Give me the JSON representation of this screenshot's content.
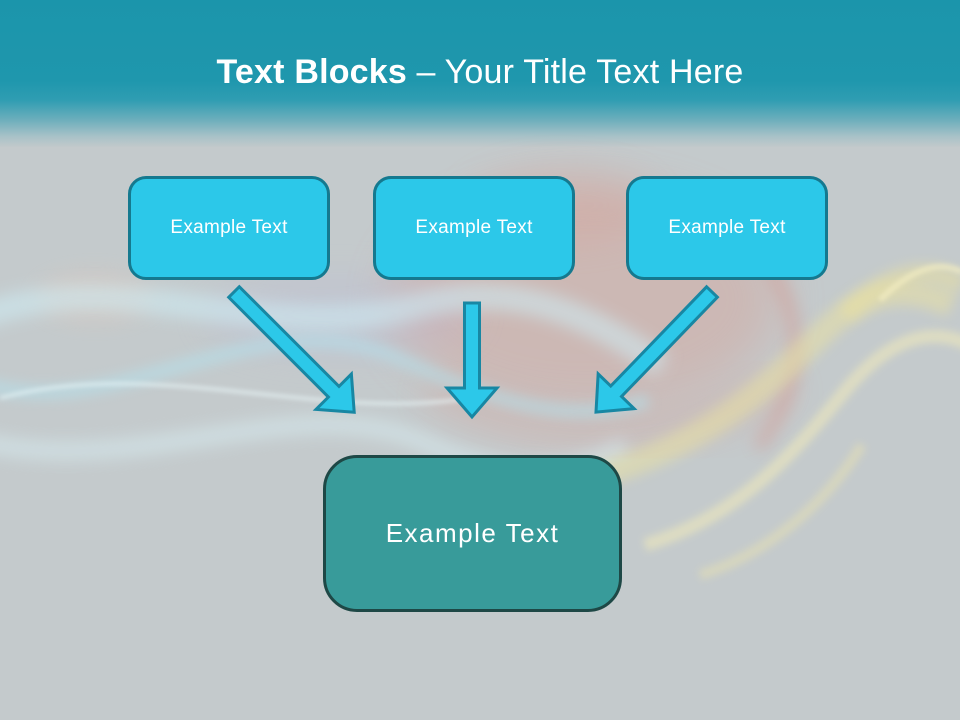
{
  "header": {
    "title_bold": "Text Blocks",
    "title_rest": "– Your Title Text Here"
  },
  "diagram": {
    "source_boxes": [
      {
        "label": "Example Text"
      },
      {
        "label": "Example Text"
      },
      {
        "label": "Example Text"
      }
    ],
    "arrows": [
      {
        "name": "arrow-down-right",
        "direction": "down-right"
      },
      {
        "name": "arrow-down",
        "direction": "down"
      },
      {
        "name": "arrow-down-left",
        "direction": "down-left"
      }
    ],
    "target_box": {
      "label": "Example Text"
    }
  },
  "colors": {
    "header_teal": "#1B95AB",
    "body_gray": "#C4CACC",
    "title_text": "#FFFFFF",
    "box_text": "#FFFFFF",
    "box_cyan_fill": "#2CC8E9",
    "box_cyan_border": "#15798F",
    "arrow_fill": "#2CC8E9",
    "arrow_border": "#1887A3",
    "target_fill": "#389B9A",
    "target_border": "#1E4846"
  }
}
